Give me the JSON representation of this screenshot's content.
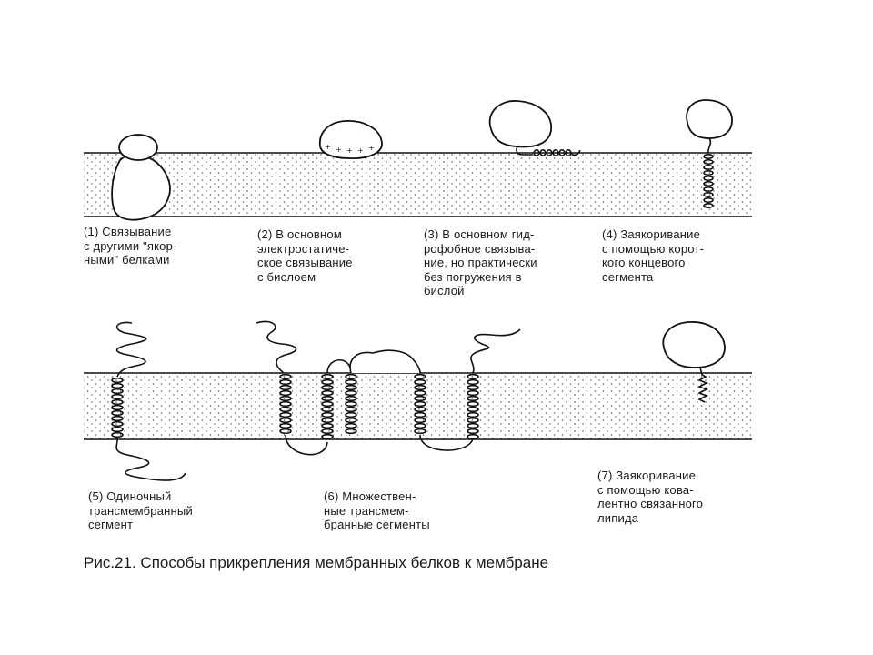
{
  "captions": {
    "c1": [
      "(1) Связывание",
      "с другими \"якор-",
      "ными\" белками"
    ],
    "c2": [
      "(2) В основном",
      "электростатиче-",
      "ское связывание",
      "с бислоем"
    ],
    "c3": [
      "(3) В основном гид-",
      "рофобное связыва-",
      "ние, но практически",
      "без погружения в",
      "бислой"
    ],
    "c4": [
      "(4) Заякоривание",
      "с помощью корот-",
      "кого концевого",
      "сегмента"
    ],
    "c5": [
      "(5) Одиночный",
      "трансмембранный",
      "сегмент"
    ],
    "c6": [
      "(6) Множествен-",
      "ные трансмем-",
      "бранные сегменты"
    ],
    "c7": [
      "(7) Заякоривание",
      "с помощью кова-",
      "лентно связанного",
      "липида"
    ]
  },
  "figure_caption": "Рис.21. Способы прикрепления мембранных белков к мембране",
  "charges": {
    "symbol": "+"
  }
}
